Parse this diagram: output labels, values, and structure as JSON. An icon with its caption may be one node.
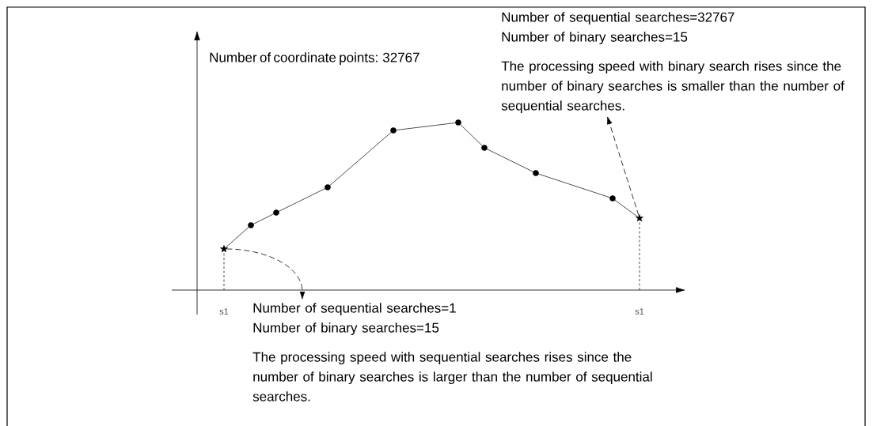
{
  "diagram": {
    "nodes": [
      {
        "text": [],
        "shape": "star"
      },
      {
        "text": [
          "Number of sequential searches=1",
          "Number of binary searches=15",
          "The processing speed with sequential searches rises since the number of binary searches is larger than the number of sequential searches."
        ]
      },
      {
        "text": [],
        "shape": "star"
      },
      {
        "text": [
          "Number of sequential searches=32767",
          "Number of binary searches=15",
          "The processing speed with binary search rises since the number of binary searches is smaller than the number of sequential searches."
        ]
      }
    ],
    "edges": [
      {
        "from": 0,
        "to": 1,
        "arrow": "to",
        "style": "dashed"
      },
      {
        "from": 2,
        "to": 3,
        "arrow": "to",
        "style": "dashed"
      }
    ],
    "labels": [
      "Number of coordinate points: 32767",
      "s1",
      "s1"
    ]
  }
}
